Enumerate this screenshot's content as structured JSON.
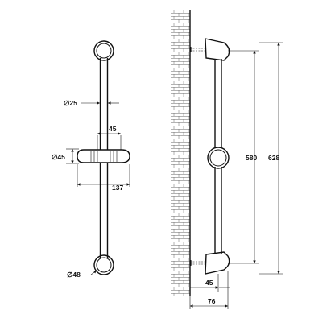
{
  "front_view": {
    "pipe_diameter_label": "∅25",
    "depth_label": "45",
    "holder_diameter_label": "∅45",
    "holder_width_label": "137",
    "mount_diameter_label": "∅48"
  },
  "side_view": {
    "inner_length_label": "580",
    "total_length_label": "628",
    "pipe_offset_label": "45",
    "total_offset_label": "76"
  }
}
